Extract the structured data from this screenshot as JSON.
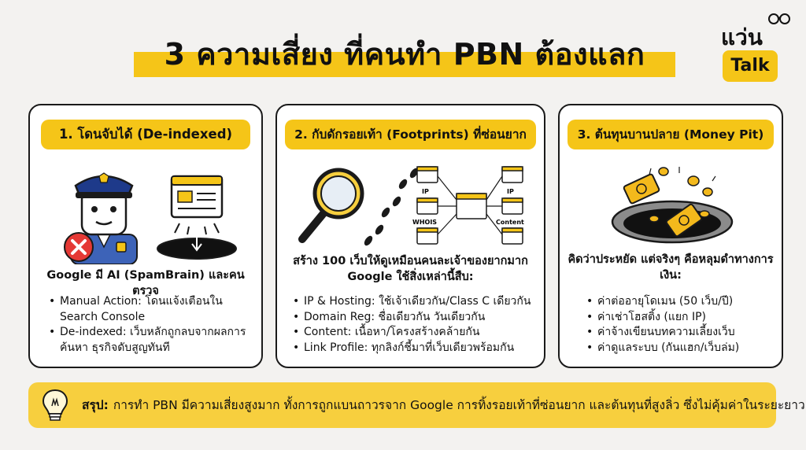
{
  "title": "3 ความเสี่ยง ที่คนทำ PBN ต้องแลก",
  "logo": {
    "top": "แว่น",
    "badge": "Talk"
  },
  "cards": [
    {
      "heading": "1. โดนจับได้ (De-indexed)",
      "lead": "Google มี AI (SpamBrain) และคนตรวจ",
      "bullets": [
        "Manual Action: โดนแจ้งเตือนใน Search Console",
        "De-indexed: เว็บหลักถูกลบจากผลการค้นหา ธุรกิจดับสูญทันที"
      ]
    },
    {
      "heading": "2. กับดักรอยเท้า (Footprints) ที่ซ่อนยาก",
      "lead": "สร้าง 100 เว็บให้ดูเหมือนคนละเจ้าของยากมาก Google ใช้สิ่งเหล่านี้สืบ:",
      "labels": {
        "ip1": "IP",
        "ip2": "IP",
        "whois": "WHOIS",
        "content": "Content"
      },
      "bullets": [
        "IP & Hosting: ใช้เจ้าเดียวกัน/Class C เดียวกัน",
        "Domain Reg: ชื่อเดียวกัน วันเดียวกัน",
        "Content: เนื้อหา/โครงสร้างคล้ายกัน",
        "Link Profile: ทุกลิงก์ชี้มาที่เว็บเดียวพร้อมกัน"
      ]
    },
    {
      "heading": "3. ต้นทุนบานปลาย (Money Pit)",
      "lead": "คิดว่าประหยัด แต่จริงๆ คือหลุมดำทางการเงิน:",
      "bullets": [
        "ค่าต่ออายุโดเมน (50 เว็บ/ปี)",
        "ค่าเช่าโฮสติ้ง (แยก IP)",
        "ค่าจ้างเขียนบทความเลี้ยงเว็บ",
        "ค่าดูแลระบบ (กันแฮก/เว็บล่ม)"
      ]
    }
  ],
  "summary": {
    "label": "สรุป:",
    "text": "การทำ PBN มีความเสี่ยงสูงมาก ทั้งการถูกแบนถาวรจาก Google การทิ้งรอยเท้าที่ซ่อนยาก และต้นทุนที่สูงลิ่ว ซึ่งไม่คุ้มค่าในระยะยาว"
  },
  "colors": {
    "accent": "#f5c518",
    "summary_bg": "#f7cf3e",
    "outline": "#1a1a1a",
    "police_blue": "#3d63b8",
    "danger": "#e53935",
    "money_gold": "#f3b91c"
  },
  "icons": [
    "glasses-icon",
    "police-officer-icon",
    "error-x-icon",
    "webpage-icon",
    "hole-icon",
    "magnifier-icon",
    "footprints-icon",
    "money-icon",
    "coin-icon",
    "lightbulb-icon"
  ]
}
